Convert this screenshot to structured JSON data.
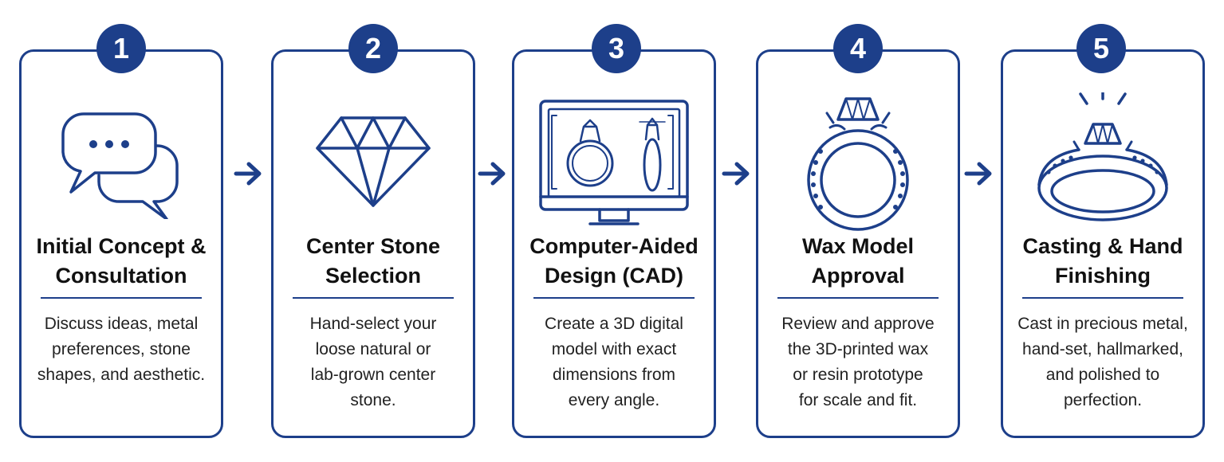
{
  "steps": [
    {
      "number": "1",
      "title_line1": "Initial Concept &",
      "title_line2": "Consultation",
      "desc": [
        "Discuss ideas, metal",
        "preferences, stone",
        "shapes, and aesthetic."
      ],
      "icon": "chat-bubbles-icon"
    },
    {
      "number": "2",
      "title_line1": "Center Stone",
      "title_line2": "Selection",
      "desc": [
        "Hand-select your",
        "loose natural or",
        "lab-grown center",
        "stone."
      ],
      "icon": "diamond-icon"
    },
    {
      "number": "3",
      "title_line1": "Computer-Aided",
      "title_line2": "Design (CAD)",
      "desc": [
        "Create a 3D digital",
        "model with exact",
        "dimensions from",
        "every angle."
      ],
      "icon": "monitor-ring-icon"
    },
    {
      "number": "4",
      "title_line1": "Wax Model",
      "title_line2": "Approval",
      "desc": [
        "Review and approve",
        "the 3D-printed wax",
        "or resin prototype",
        "for scale and fit."
      ],
      "icon": "ring-icon"
    },
    {
      "number": "5",
      "title_line1": "Casting & Hand",
      "title_line2": "Finishing",
      "desc": [
        "Cast in precious metal,",
        "hand-set, hallmarked,",
        "and polished to",
        "perfection."
      ],
      "icon": "sparkling-ring-icon"
    }
  ],
  "colors": {
    "accent": "#1d3f8a",
    "text": "#111111",
    "background": "#ffffff"
  }
}
